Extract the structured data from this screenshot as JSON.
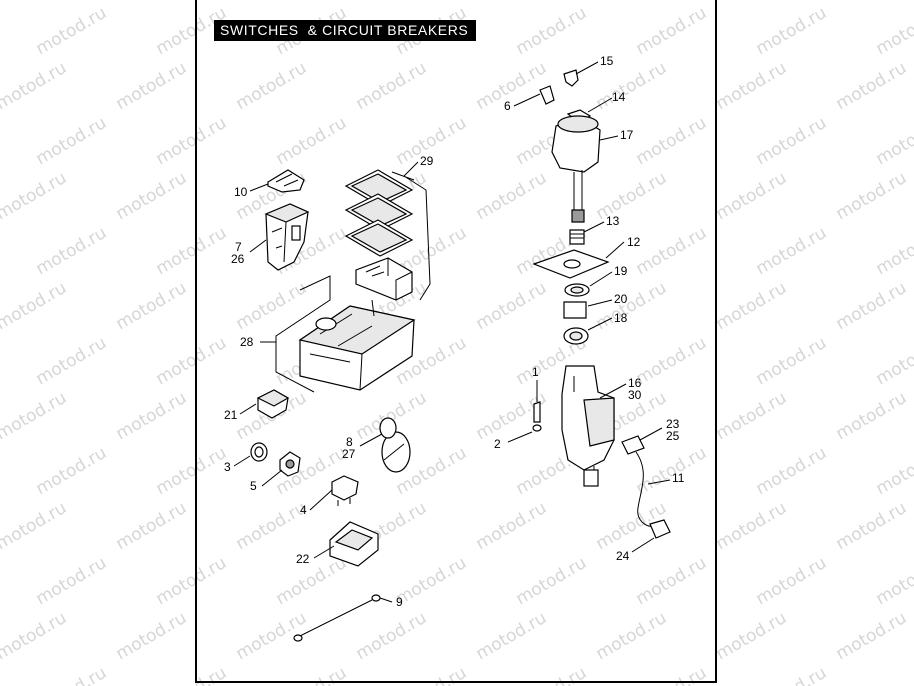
{
  "title": "SWITCHES  & CIRCUIT BREAKERS",
  "watermark": "motod.ru",
  "colors": {
    "frame": "#000000",
    "title_bg": "#000000",
    "title_text": "#ffffff",
    "watermark": "#d6d6d6"
  },
  "callouts": [
    {
      "id": "c1",
      "text": "1"
    },
    {
      "id": "c2",
      "text": "2"
    },
    {
      "id": "c3",
      "text": "3"
    },
    {
      "id": "c4",
      "text": "4"
    },
    {
      "id": "c5",
      "text": "5"
    },
    {
      "id": "c6",
      "text": "6"
    },
    {
      "id": "c7",
      "text": "7"
    },
    {
      "id": "c8",
      "text": "8"
    },
    {
      "id": "c9",
      "text": "9"
    },
    {
      "id": "c10",
      "text": "10"
    },
    {
      "id": "c11",
      "text": "11"
    },
    {
      "id": "c12",
      "text": "12"
    },
    {
      "id": "c13",
      "text": "13"
    },
    {
      "id": "c14",
      "text": "14"
    },
    {
      "id": "c15",
      "text": "15"
    },
    {
      "id": "c16",
      "text": "16"
    },
    {
      "id": "c17",
      "text": "17"
    },
    {
      "id": "c18",
      "text": "18"
    },
    {
      "id": "c19",
      "text": "19"
    },
    {
      "id": "c20",
      "text": "20"
    },
    {
      "id": "c21",
      "text": "21"
    },
    {
      "id": "c22",
      "text": "22"
    },
    {
      "id": "c23",
      "text": "23"
    },
    {
      "id": "c24",
      "text": "24"
    },
    {
      "id": "c25",
      "text": "25"
    },
    {
      "id": "c26",
      "text": "26"
    },
    {
      "id": "c27",
      "text": "27"
    },
    {
      "id": "c28",
      "text": "28"
    },
    {
      "id": "c29",
      "text": "29"
    },
    {
      "id": "c30",
      "text": "30"
    }
  ]
}
